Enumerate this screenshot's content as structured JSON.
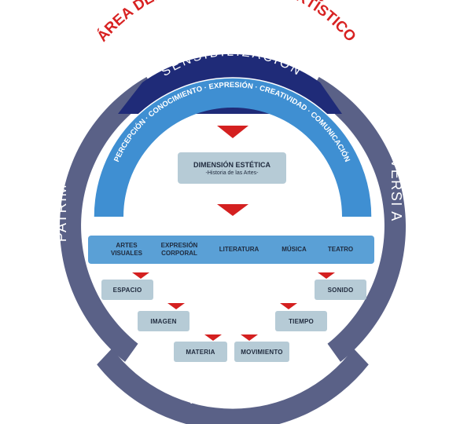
{
  "title": "ÁREA DEL CONOCIMIENTO ARTÍSTICO",
  "ring": {
    "left": "PATRIMONIO",
    "right": "DIVERSI A",
    "bottom": "IDENTIDAD"
  },
  "arc_top": "SENSIBILIZACIÓN",
  "arc_inner": "PERCEPCIÓN · CONOCIMIENTO · EXPRESIÓN · CREATIVIDAD · COMUNICACIÓN",
  "dimension": {
    "title": "DIMENSIÓN ESTÉTICA",
    "subtitle": "-Historia de las Artes-"
  },
  "arts": [
    "ARTES\nVISUALES",
    "EXPRESIÓN\nCORPORAL",
    "LITERATURA",
    "MÚSICA",
    "TEATRO"
  ],
  "elements": [
    "ESPACIO",
    "IMAGEN",
    "MATERIA",
    "MOVIMIENTO",
    "TIEMPO",
    "SONIDO"
  ],
  "colors": {
    "ring": "#5a6187",
    "navy": "#1f2b78",
    "blue_arc": "#3f8fd2",
    "bar": "#5aa0d6",
    "box": "#b6cbd6",
    "arrow": "#d42020",
    "title": "#d82222"
  }
}
